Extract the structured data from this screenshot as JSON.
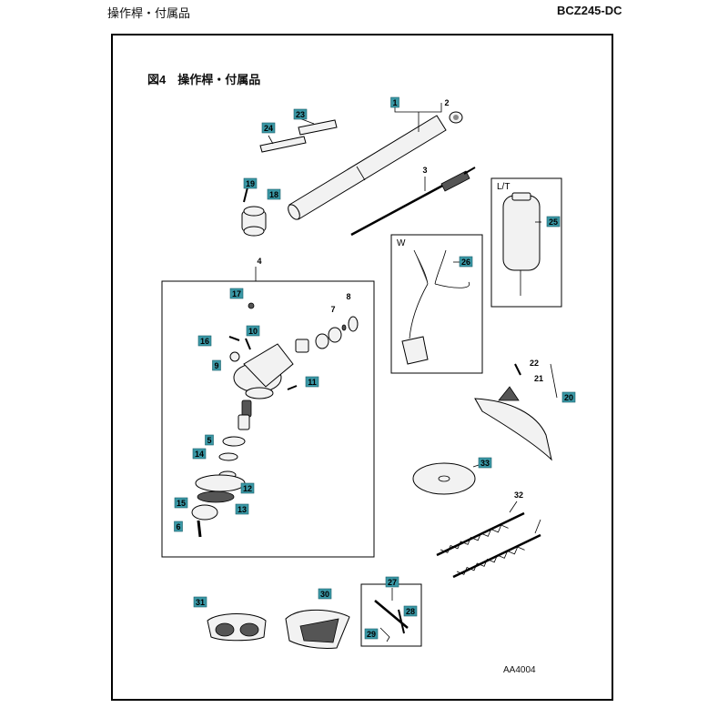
{
  "header": {
    "section": "操作桿・付属品",
    "model": "BCZ245-DC"
  },
  "figure": {
    "title": "図4　操作桿・付属品",
    "code": "AA4004"
  },
  "boxes": {
    "strap_label": "W",
    "bag_label": "L/T"
  },
  "callout_color": "#3a98a6",
  "parts": [
    "1",
    "2",
    "3",
    "4",
    "5",
    "6",
    "7",
    "8",
    "9",
    "10",
    "11",
    "12",
    "13",
    "14",
    "15",
    "16",
    "17",
    "18",
    "19",
    "20",
    "21",
    "22",
    "23",
    "24",
    "25",
    "26",
    "27",
    "28",
    "29",
    "30",
    "31",
    "32",
    "33"
  ],
  "plain_labels": [
    "2",
    "3",
    "4",
    "7",
    "8",
    "21",
    "22",
    "32"
  ]
}
